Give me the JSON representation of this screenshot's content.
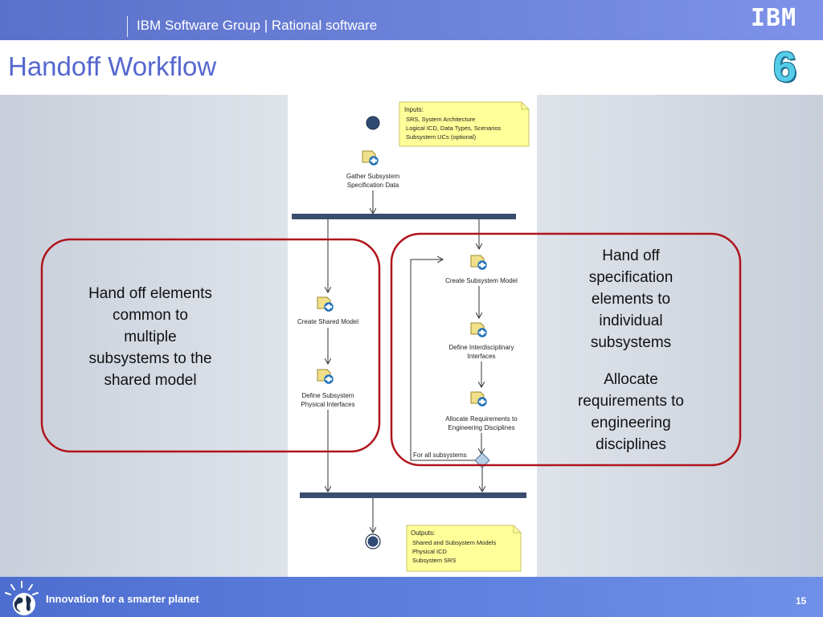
{
  "header": {
    "text": "IBM Software Group | Rational software",
    "logo": "IBM",
    "logo_name": "ibm-logo",
    "version_badge": "6"
  },
  "title": "Handoff Workflow",
  "callouts": {
    "left": [
      "Hand off elements",
      "common to",
      "multiple",
      "subsystems to the",
      "shared model"
    ],
    "right_top": [
      "Hand off",
      "specification",
      "elements to",
      "individual",
      "subsystems"
    ],
    "right_bottom": [
      "Allocate",
      "requirements to",
      "engineering",
      "disciplines"
    ]
  },
  "diagram": {
    "inputs_note": {
      "heading": "Inputs:",
      "lines": [
        "SRS, System Architecture",
        "Logical ICD, Data Types, Scenarios",
        "Subsystem UCs (optional)"
      ]
    },
    "outputs_note": {
      "heading": "Outputs:",
      "lines": [
        "Shared and Subsystem Models",
        "Physical ICD",
        "Subsystem SRS"
      ]
    },
    "activities": {
      "gather": [
        "Gather Subsystem",
        "Specification Data"
      ],
      "create_shared": [
        "Create Shared Model"
      ],
      "define_physical": [
        "Define Subsystem",
        "Physical Interfaces"
      ],
      "create_subsystem": [
        "Create Subsystem Model"
      ],
      "define_interdisciplinary": [
        "Define Interdisciplinary",
        "Interfaces"
      ],
      "allocate": [
        "Allocate Requirements to",
        "Engineering Disciplines"
      ]
    },
    "loop_label": "For all subsystems"
  },
  "footer": {
    "tagline": "Innovation for a smarter planet",
    "page_number": "15"
  },
  "colors": {
    "header_blue": "#5b71c9",
    "title_blue": "#5567cf",
    "callout_red": "#b0141c",
    "note_yellow": "#ffff99",
    "bar_navy": "#3a4d6e",
    "node_navy": "#2f4a73"
  }
}
